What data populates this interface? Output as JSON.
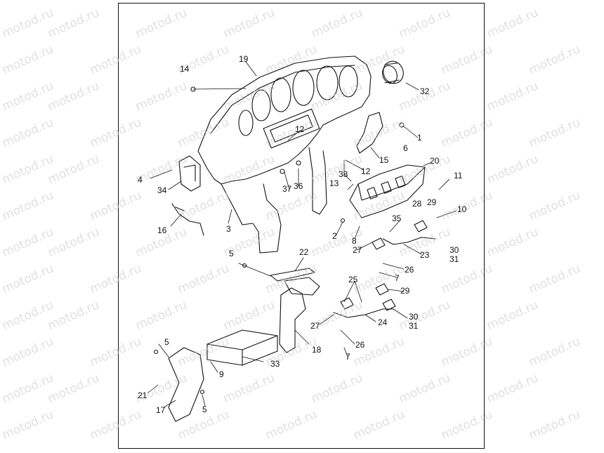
{
  "watermark": "motod.ru",
  "callouts": [
    "1",
    "2",
    "3",
    "4",
    "5",
    "5",
    "5",
    "6",
    "7",
    "7",
    "8",
    "9",
    "10",
    "11",
    "12",
    "12",
    "13",
    "14",
    "15",
    "16",
    "17",
    "18",
    "19",
    "20",
    "21",
    "22",
    "23",
    "24",
    "25",
    "26",
    "26",
    "27",
    "27",
    "28",
    "29",
    "29",
    "30",
    "31",
    "30",
    "31",
    "32",
    "33",
    "34",
    "35",
    "36",
    "37",
    "38"
  ]
}
